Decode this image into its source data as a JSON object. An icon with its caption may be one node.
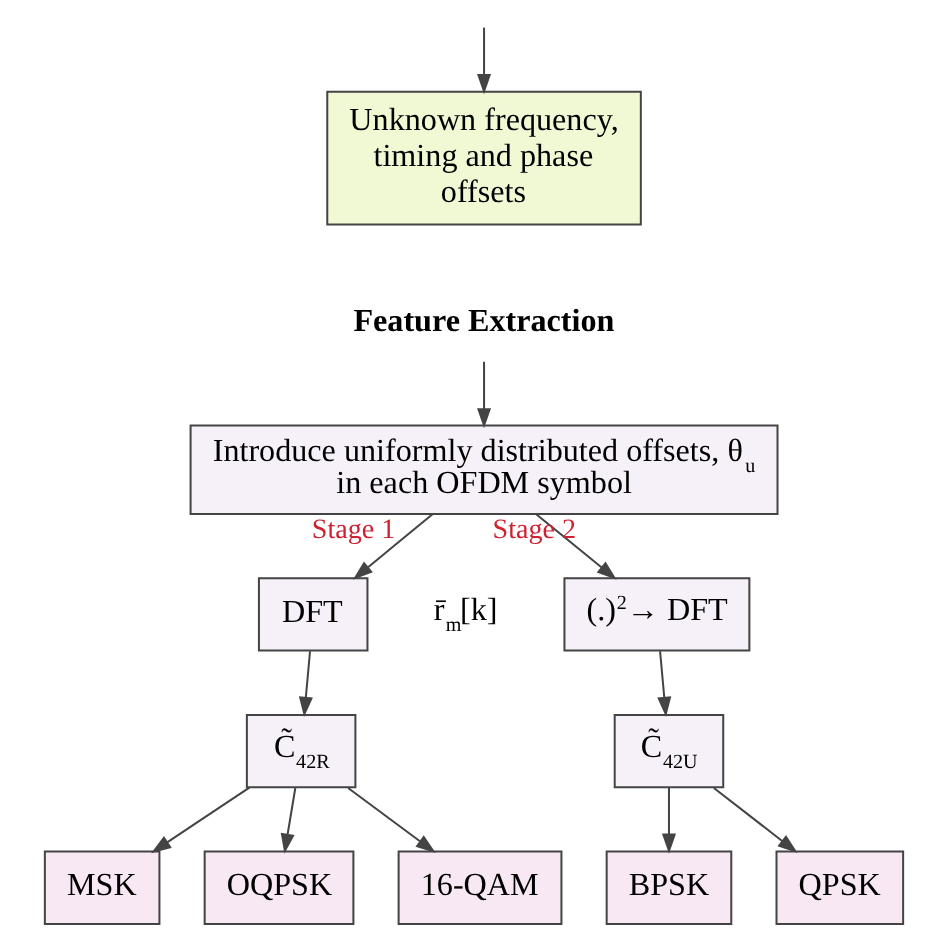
{
  "diagram": {
    "nodes": [
      {
        "text": [
          "Unknown frequency, timing and phase offsets"
        ]
      },
      {
        "text": [
          "Feature Extraction"
        ]
      },
      {
        "text": [
          "Introduce uniformly distributed offsets, θ$_{u}$ in each OFDM symbol"
        ]
      },
      {
        "text": [
          "DFT"
        ]
      },
      {
        "text": [
          "(.)$^{2}$→ DFT"
        ]
      },
      {
        "text": [
          "C̃$_{42}$$_{R}$"
        ]
      },
      {
        "text": [
          "C̃$_{42}$$_{U}$"
        ]
      },
      {
        "text": [
          "MSK"
        ]
      },
      {
        "text": [
          "OQPSK"
        ]
      },
      {
        "text": [
          "16-QAM"
        ]
      },
      {
        "text": [
          "BPSK"
        ]
      },
      {
        "text": [
          "QPSK"
        ]
      }
    ],
    "edges": [
      {
        "from": null,
        "to": 0,
        "arrow": "to"
      },
      {
        "from": 1,
        "to": 2,
        "arrow": "to"
      },
      {
        "from": 2,
        "to": 3,
        "arrow": "to",
        "label": "Stage 1"
      },
      {
        "from": 2,
        "to": 4,
        "arrow": "to",
        "label": "Stage 2"
      },
      {
        "from": 3,
        "to": 5,
        "arrow": "to"
      },
      {
        "from": 4,
        "to": 6,
        "arrow": "to"
      },
      {
        "from": 5,
        "to": 7,
        "arrow": "to"
      },
      {
        "from": 5,
        "to": 8,
        "arrow": "to"
      },
      {
        "from": 5,
        "to": 9,
        "arrow": "to"
      },
      {
        "from": 6,
        "to": 10,
        "arrow": "to"
      },
      {
        "from": 6,
        "to": 11,
        "arrow": "to"
      }
    ],
    "labels": [
      "r̄$_{m}$[k]"
    ]
  }
}
